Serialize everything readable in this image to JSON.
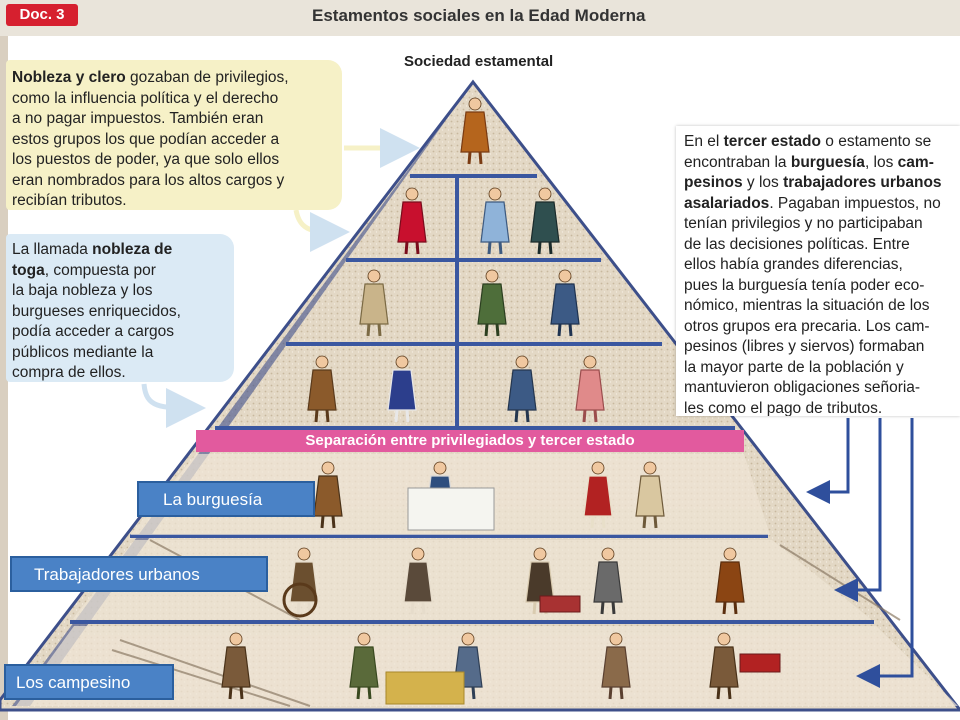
{
  "header": {
    "doc_badge": "Doc. 3",
    "title": "Estamentos sociales en la Edad Moderna"
  },
  "pyramid": {
    "title": "Sociedad estamental",
    "separator": "Separación entre privilegiados y tercer estado"
  },
  "yellow_box": {
    "lead_bold": "Nobleza y clero",
    "lines": [
      " gozaban de privilegios,",
      "como la influencia política y el derecho",
      "a no pagar impuestos. También eran",
      "estos grupos los que podían acceder a",
      "los puestos de poder, ya que solo ellos",
      "eran nombrados para los altos cargos y",
      "recibían tributos."
    ]
  },
  "blue_box": {
    "l1a": "La llamada ",
    "l1b": "nobleza de",
    "l2a": "toga",
    "l2b": ", compuesta por",
    "l3": "la baja nobleza y los",
    "l4": "burgueses enriquecidos,",
    "l5": "podía acceder a cargos",
    "l6": "públicos mediante la",
    "l7": "compra de ellos."
  },
  "white_box": {
    "l1a": "En el ",
    "l1b": "tercer estado",
    "l1c": " o estamento se",
    "l2a": "encontraban la ",
    "l2b": "burguesía",
    "l2c": ", los ",
    "l2d": "cam-",
    "l3a": "pesinos",
    "l3b": " y los ",
    "l3c": "trabajadores urbanos",
    "l4a": "asalariados",
    "l4b": ". Pagaban impuestos, no",
    "l5": "tenían privilegios y no participaban",
    "l6": "de las decisiones políticas. Entre",
    "l7": "ellos había grandes diferencias,",
    "l8": "pues la burguesía tenía poder eco-",
    "l9": "nómico, mientras la situación de los",
    "l10": "otros grupos era precaria. Los cam-",
    "l11": "pesinos (libres y siervos) formaban",
    "l12": "la mayor parte de la población y",
    "l13": "mantuvieron obligaciones señoria-",
    "l14": "les como el pago de tributos."
  },
  "labels": {
    "burguesia": "La burguesía",
    "trabajadores": "Trabajadores urbanos",
    "campesinos": "Los campesino"
  },
  "colors": {
    "badge": "#d6202f",
    "separator": "#e25a9e",
    "yellow_box": "#f6f1c7",
    "blue_box": "#dbeaf5",
    "arrow": "#2f4f9c",
    "label_fill": "#4a82c6",
    "floor_top": "#e6dccb",
    "floor_bottom": "#cdbfa8"
  }
}
